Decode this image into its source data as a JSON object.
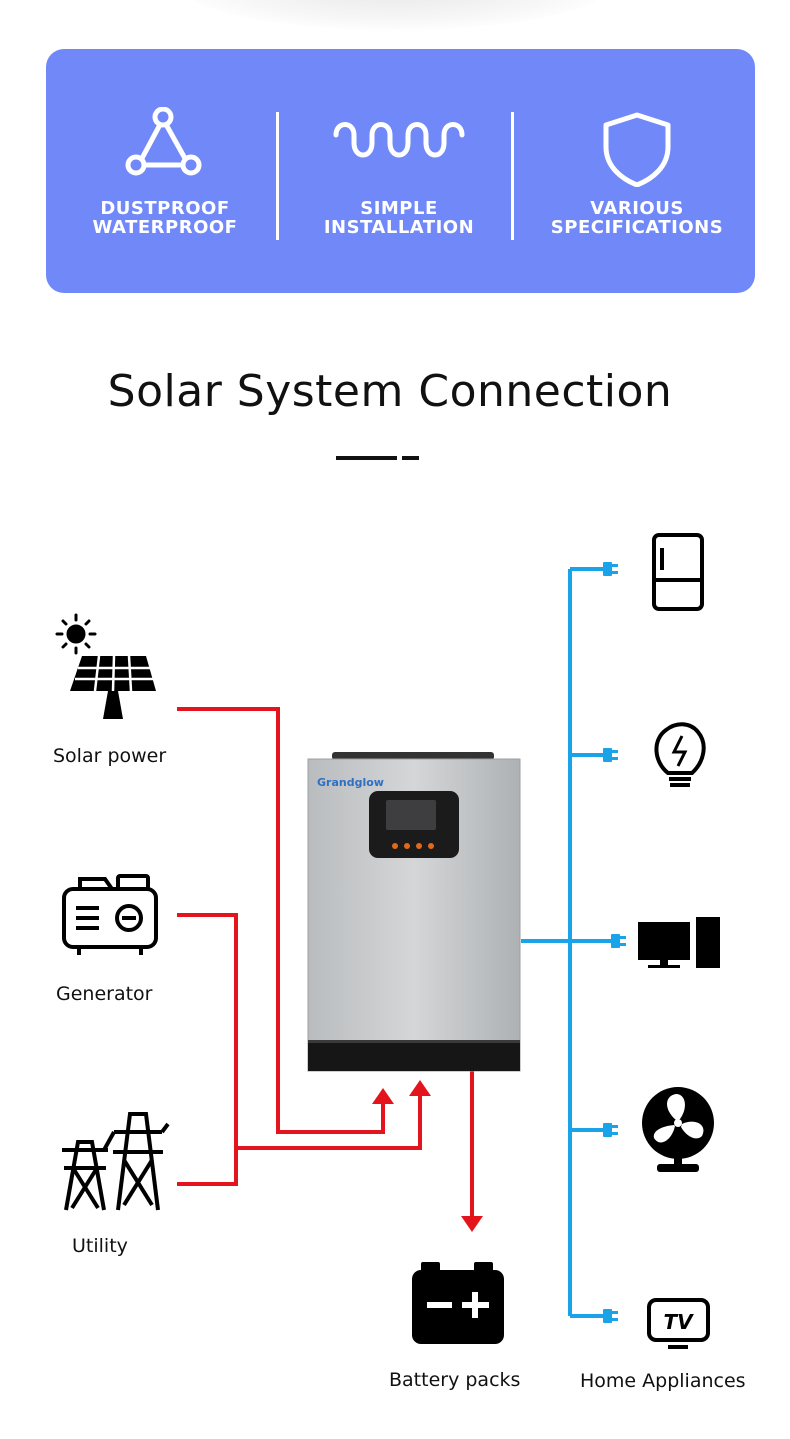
{
  "features": [
    {
      "icon": "triangle-nodes-icon",
      "line1": "DUSTPROOF",
      "line2": "WATERPROOF"
    },
    {
      "icon": "wave-icon",
      "line1": "SIMPLE",
      "line2": "INSTALLATION"
    },
    {
      "icon": "shield-icon",
      "line1": "VARIOUS",
      "line2": "SPECIFICATIONS"
    }
  ],
  "section_title": "Solar System Connection",
  "inverter": {
    "brand": "Grandglow"
  },
  "sources": [
    {
      "icon": "solar-panel-icon",
      "label": "Solar power"
    },
    {
      "icon": "generator-icon",
      "label": "Generator"
    },
    {
      "icon": "power-tower-icon",
      "label": "Utility"
    }
  ],
  "battery": {
    "icon": "battery-icon",
    "label": "Battery packs"
  },
  "appliances": {
    "icons": [
      "refrigerator-icon",
      "light-bulb-icon",
      "computer-icon",
      "fan-icon",
      "tv-icon"
    ],
    "label": "Home Appliances"
  },
  "colors": {
    "panel": "#7088f8",
    "input_line": "#e3141c",
    "output_line": "#1aa3e8"
  }
}
